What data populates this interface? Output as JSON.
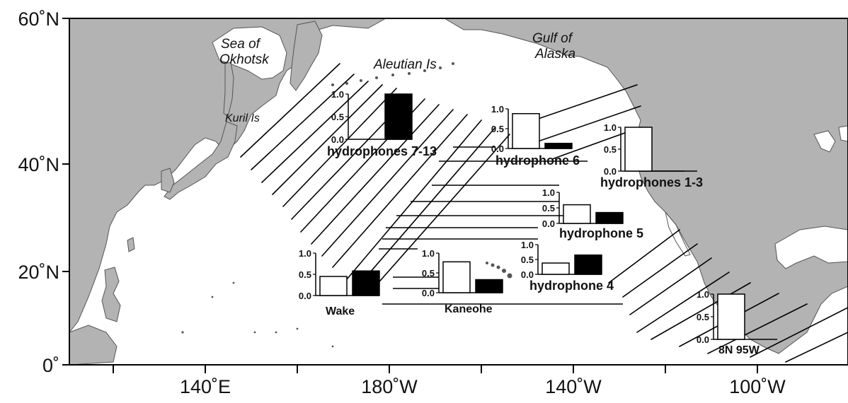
{
  "map": {
    "lat_labels": [
      "60˚N",
      "40˚N",
      "20˚N",
      "0˚"
    ],
    "lon_labels": [
      "140˚E",
      "180˚W",
      "140˚W",
      "100˚W"
    ],
    "places": {
      "sea_of_okhotsk_line1": "Sea  of",
      "sea_of_okhotsk_line2": "Okhotsk",
      "kuril": "Kuril Is",
      "aleutian": "Aleutian Is",
      "gulf_of_alaska_line1": "Gulf of",
      "gulf_of_alaska_line2": "Alaska"
    },
    "colors": {
      "land": "#b3b3b3",
      "ocean": "#ffffff",
      "ice": "#e8e8e8",
      "bar_white": "#ffffff",
      "bar_black": "#000000"
    },
    "insets": [
      {
        "id": "hydrophones-7-13",
        "label": "hydrophones 7-13",
        "white": null,
        "black": 1.0,
        "y_ticks": [
          "1.0",
          "0.5",
          "0.0"
        ]
      },
      {
        "id": "hydrophone-6",
        "label": "hydrophone 6",
        "white": 0.88,
        "black": 0.13,
        "y_ticks": [
          "1.0",
          "0.5",
          "0.0"
        ]
      },
      {
        "id": "hydrophones-1-3",
        "label": "hydrophones 1-3",
        "white": 1.0,
        "black": null,
        "y_ticks": [
          "1.0",
          "0.5",
          "0.0"
        ]
      },
      {
        "id": "hydrophone-5",
        "label": "hydrophone 5",
        "white": 0.6,
        "black": 0.35,
        "y_ticks": [
          "1.0",
          "0.5",
          "0.0"
        ]
      },
      {
        "id": "hydrophone-4",
        "label": "hydrophone 4",
        "white": 0.38,
        "black": 0.65,
        "y_ticks": [
          "1.0",
          "0.5",
          "0.0"
        ]
      },
      {
        "id": "kaneohe",
        "label": "Kaneohe",
        "white": 0.78,
        "black": 0.33,
        "y_ticks": [
          "1.0",
          "0.5",
          "0.0"
        ]
      },
      {
        "id": "wake",
        "label": "Wake",
        "white": 0.45,
        "black": 0.58,
        "y_ticks": [
          "1.0",
          "0.5",
          "0.0"
        ]
      },
      {
        "id": "8n-95w",
        "label": "8N 95W",
        "white": 1.0,
        "black": null,
        "y_ticks": [
          "1.0",
          "0.5",
          "0.0"
        ]
      }
    ]
  }
}
